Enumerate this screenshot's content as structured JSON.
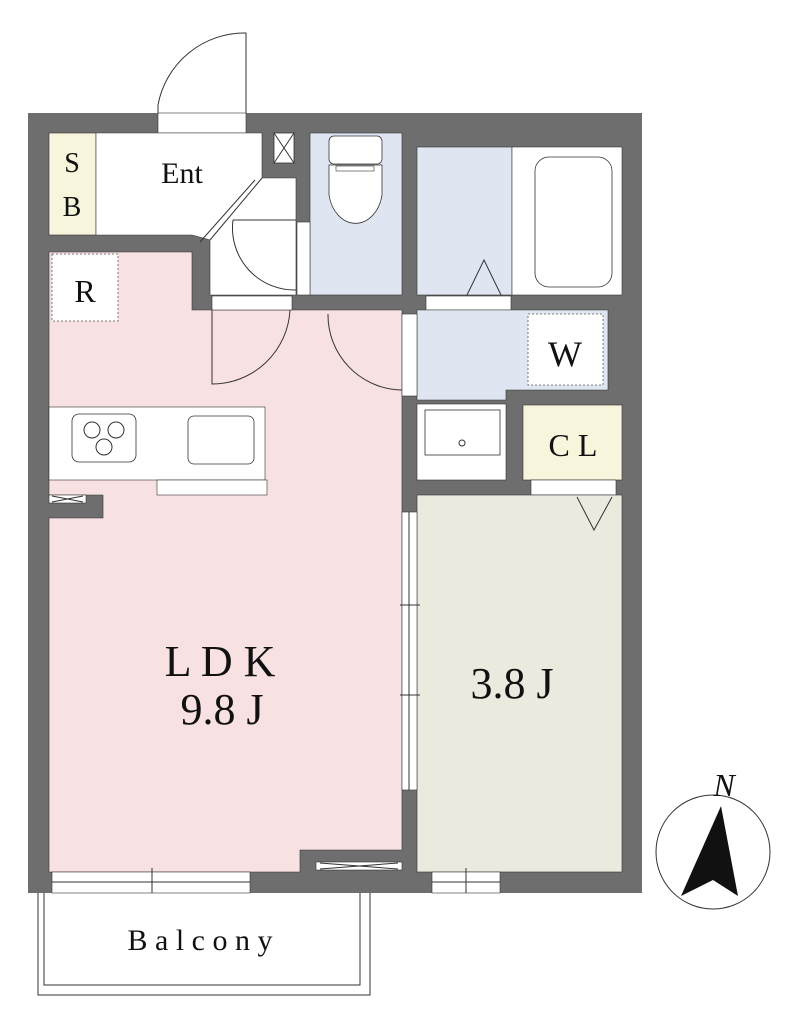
{
  "rooms": {
    "shoe_box": {
      "line1": "S",
      "line2": "B"
    },
    "entrance": "Ent",
    "refrigerator": "R",
    "washer": "W",
    "closet": "C L",
    "ldk": {
      "name": "L D K",
      "size": "9.8 J"
    },
    "bedroom": {
      "size": "3.8 J"
    },
    "balcony": "B a l c o n y"
  },
  "compass": {
    "north_label": "N"
  },
  "colors": {
    "wall": "#6e6e6e",
    "ldk": "#f8e1e3",
    "wet_area": "#dfe6f2",
    "storage": "#f7f5dc",
    "bedroom": "#ece9df"
  }
}
